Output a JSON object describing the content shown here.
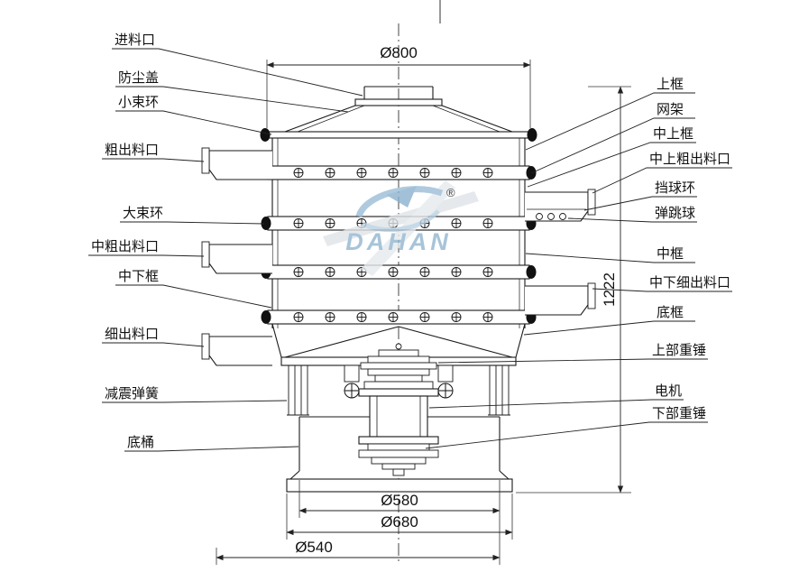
{
  "brand": {
    "name": "DAHAN",
    "registered": "®"
  },
  "labels_left": [
    {
      "text": "进料口"
    },
    {
      "text": "防尘盖"
    },
    {
      "text": "小束环"
    },
    {
      "text": "粗出料口"
    },
    {
      "text": "大束环"
    },
    {
      "text": "中粗出料口"
    },
    {
      "text": "中下框"
    },
    {
      "text": "细出料口"
    },
    {
      "text": "减震弹簧"
    },
    {
      "text": "底桶"
    }
  ],
  "labels_right": [
    {
      "text": "上框"
    },
    {
      "text": "网架"
    },
    {
      "text": "中上框"
    },
    {
      "text": "中上粗出料口"
    },
    {
      "text": "挡球环"
    },
    {
      "text": "弹跳球"
    },
    {
      "text": "中框"
    },
    {
      "text": "中下细出料口"
    },
    {
      "text": "底框"
    },
    {
      "text": "上部重锤"
    },
    {
      "text": "电机"
    },
    {
      "text": "下部重锤"
    }
  ],
  "dimensions": {
    "top_diameter": "Ø800",
    "total_height": "1222",
    "base_barrel_diameter": "Ø580",
    "base_plate_diameter": "Ø680",
    "bottom_diameter": "Ø540"
  }
}
